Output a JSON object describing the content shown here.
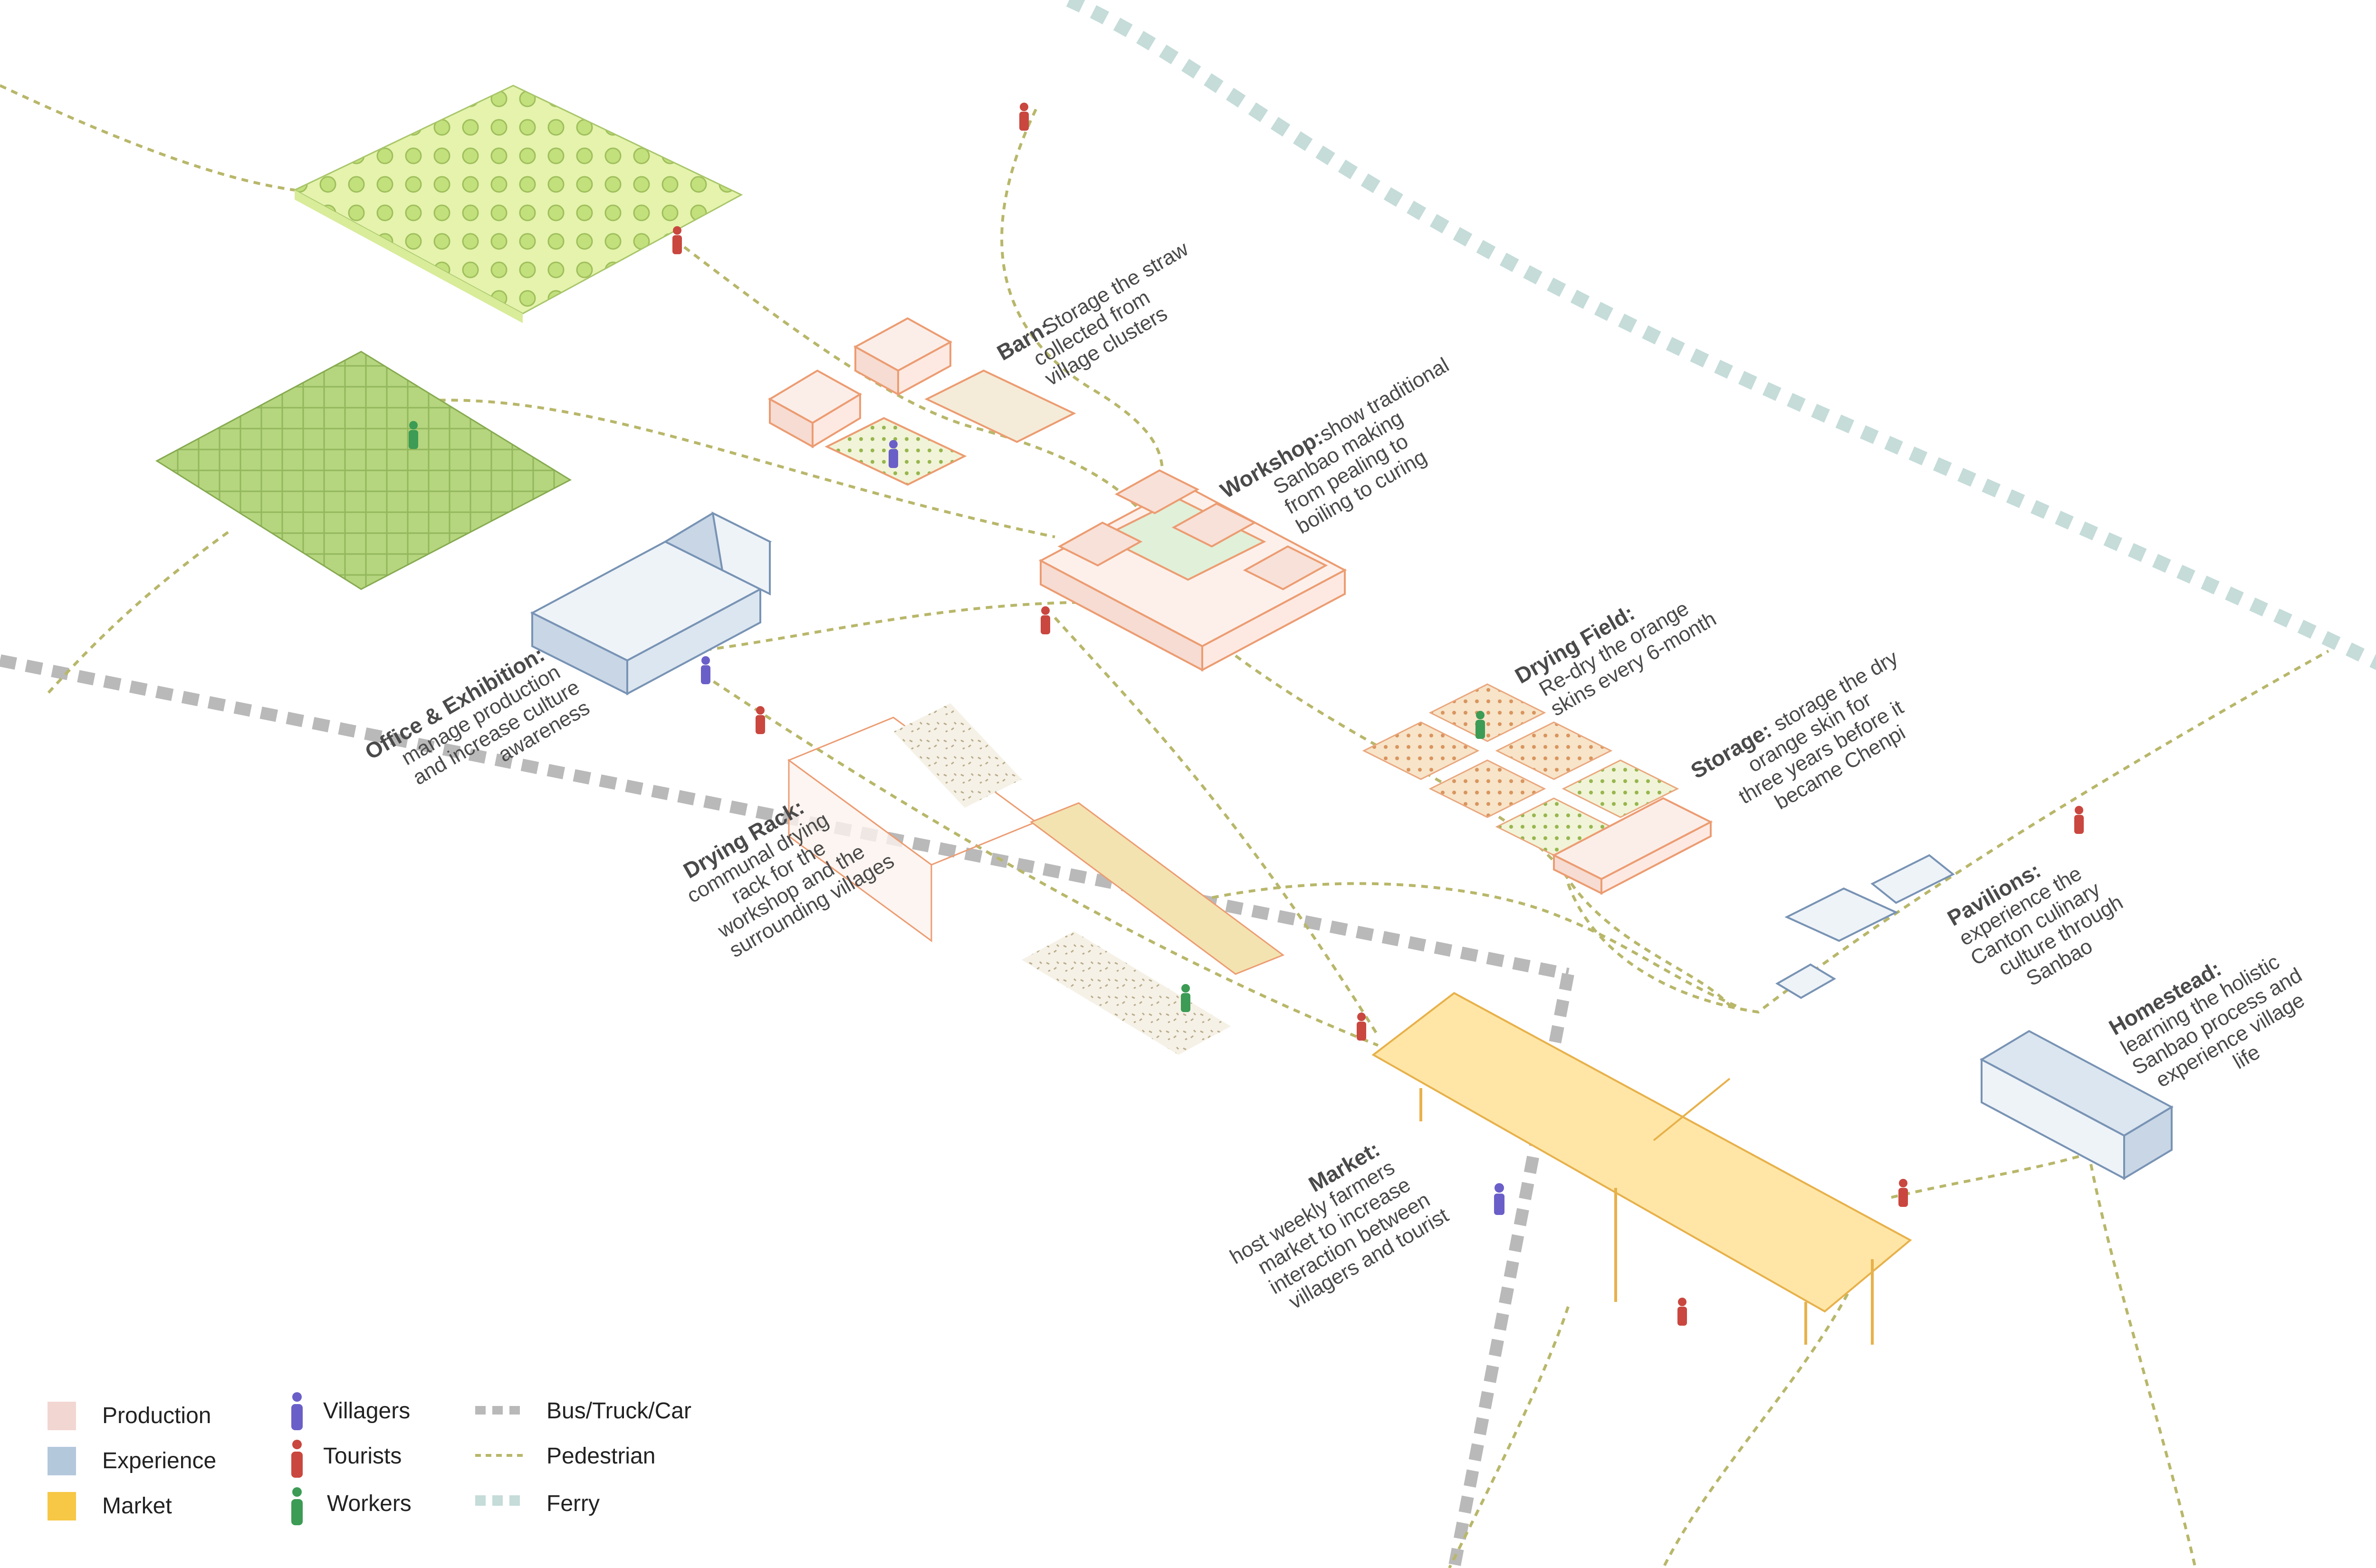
{
  "colors": {
    "production": "#f2d6d2",
    "experience": "#b4c8dc",
    "market": "#f7c846",
    "villagers": "#6a5fc8",
    "tourists": "#c9473f",
    "workers": "#3c9b54",
    "road": "#b9b9b9",
    "pedestrian": "#b8b76a",
    "ferry": "#c5dcd9",
    "production_line": "#ec9c72",
    "experience_line": "#7893b4",
    "market_fill": "#ffe6a6",
    "orchard": "#dff0a0",
    "field": "#b7d880"
  },
  "labels": {
    "barn": {
      "title": "Barn:",
      "lines": [
        "Storage the straw",
        "collected from",
        "village clusters"
      ]
    },
    "workshop": {
      "title": "Workshop:",
      "lines": [
        "show traditional",
        "Sanbao making",
        "from pealing to",
        "boiling to curing"
      ]
    },
    "drying_field": {
      "title": "Drying Field:",
      "lines": [
        "Re-dry the orange",
        "skins every 6-month"
      ]
    },
    "storage": {
      "title": "Storage:",
      "lines": [
        "storage the dry",
        "orange skin for",
        "three years before it",
        "became Chenpi"
      ]
    },
    "office": {
      "title": "Office & Exhibition:",
      "lines": [
        "manage production",
        "and increase culture",
        "awareness"
      ]
    },
    "drying_rack": {
      "title": "Drying Rack:",
      "lines": [
        "communal drying",
        "rack for the",
        "workshop and the",
        "surrounding villages"
      ]
    },
    "pavilions": {
      "title": "Pavilions:",
      "lines": [
        "experience the",
        "Canton culinary",
        "culture through",
        "Sanbao"
      ]
    },
    "homestead": {
      "title": "Homestead:",
      "lines": [
        "learning the holistic",
        "Sanbao process and",
        "experience village",
        "life"
      ]
    },
    "market": {
      "title": "Market:",
      "lines": [
        "host weekly farmers",
        "market to increase",
        "interaction between",
        "villagers and tourist"
      ]
    }
  },
  "legend": {
    "zones": [
      "Production",
      "Experience",
      "Market"
    ],
    "people": [
      "Villagers",
      "Tourists",
      "Workers"
    ],
    "routes": [
      "Bus/Truck/Car",
      "Pedestrian",
      "Ferry"
    ]
  }
}
